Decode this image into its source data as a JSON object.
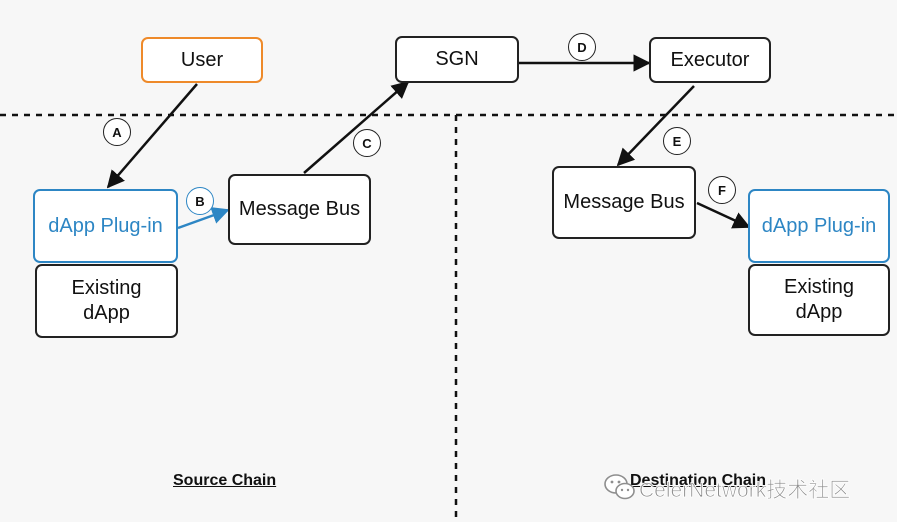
{
  "nodes": {
    "user": "User",
    "sgn": "SGN",
    "executor": "Executor",
    "src_plugin": "dApp Plug-in",
    "src_bus": "Message Bus",
    "src_existing": "Existing\ndApp",
    "dst_bus": "Message Bus",
    "dst_plugin": "dApp Plug-in",
    "dst_existing": "Existing\ndApp"
  },
  "edge_labels": {
    "a": "A",
    "b": "B",
    "c": "C",
    "d": "D",
    "e": "E",
    "f": "F"
  },
  "regions": {
    "source": "Source Chain",
    "destination": "Destination Chain"
  },
  "watermark": {
    "text": "CelerNetwork技术社区",
    "icon": "wechat-icon"
  },
  "colors": {
    "user": "#ee8a2a",
    "plugin": "#2d86c4",
    "line": "#111111",
    "background": "#f7f7f7"
  }
}
